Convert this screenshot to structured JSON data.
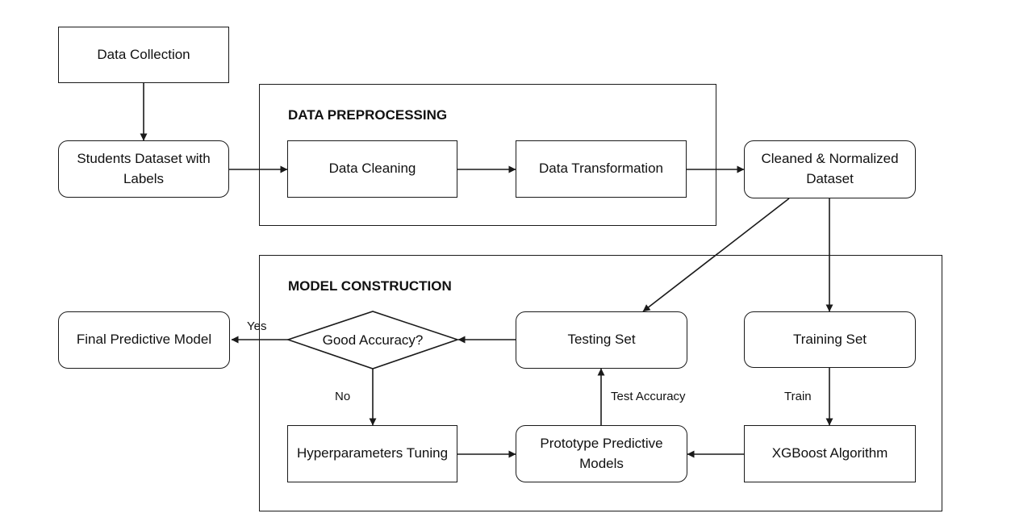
{
  "groups": {
    "preprocessing": "DATA PREPROCESSING",
    "model_construction": "MODEL CONSTRUCTION"
  },
  "nodes": {
    "data_collection": "Data Collection",
    "students_dataset": "Students Dataset with Labels",
    "data_cleaning": "Data Cleaning",
    "data_transformation": "Data Transformation",
    "cleaned_dataset": "Cleaned & Normalized Dataset",
    "final_model": "Final Predictive Model",
    "good_accuracy": "Good Accuracy?",
    "testing_set": "Testing Set",
    "training_set": "Training Set",
    "hyperparameters": "Hyperparameters Tuning",
    "prototype_models": "Prototype Predictive Models",
    "xgboost": "XGBoost Algorithm"
  },
  "edge_labels": {
    "yes": "Yes",
    "no": "No",
    "test_accuracy": "Test Accuracy",
    "train": "Train"
  },
  "colors": {
    "stroke": "#1a1a1a",
    "background": "#ffffff"
  }
}
